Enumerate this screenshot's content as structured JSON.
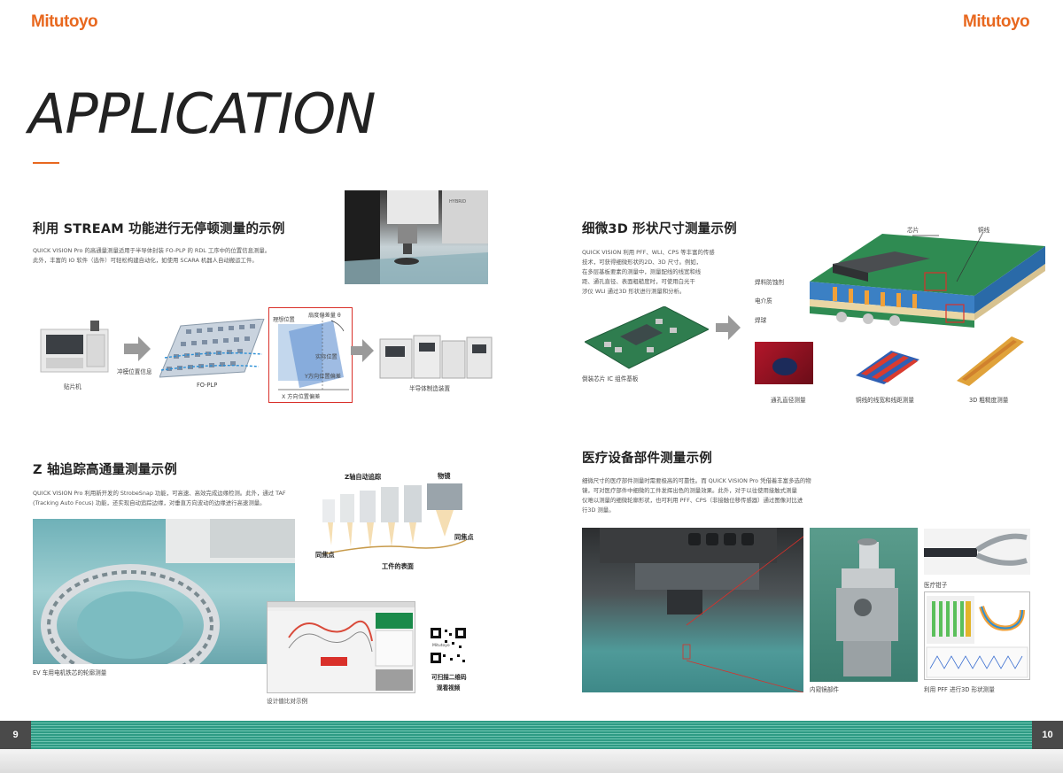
{
  "header": {
    "logo_left": "Mitutoyo",
    "logo_right": "Mitutoyo",
    "title": "APPLICATION"
  },
  "sec1": {
    "title": "利用 STREAM 功能进行无停顿测量的示例",
    "body_1": "QUICK VISION Pro 的高通量测量适用于半导体封装 FO-PLP 的 RDL 工序中的位置信息测量。",
    "body_2": "此外，丰富的 IO 软件（选件）可轻松构建自动化，如使用 SCARA 机器人自动搬运工件。",
    "cap_mounter": "贴片机",
    "cap_punch": "冲模位置信息",
    "cap_foplp": "FO-PLP",
    "cap_ideal": "理想位置",
    "cap_rot": "扇度偏差量 θ",
    "cap_actual": "实际位置",
    "cap_ydev": "Y方向位置偏差",
    "cap_xdev": "X 方向位置偏差",
    "cap_equip": "半导体制造装置"
  },
  "sec2": {
    "title": "细微3D 形状尺寸测量示例",
    "body_1": "QUICK VISION 利用 PFF、WLI、CPS 等丰富的传感",
    "body_2": "技术，可获得细微形状的2D、3D 尺寸。例如，",
    "body_3": "在多层基板要素的测量中，测量配线的线宽和线",
    "body_4": "距、通孔直径、表面粗糙度时，可使用白光干",
    "body_5": "涉仪 WLI 通过3D 形状进行测量和分析。",
    "cap_chip": "芯片",
    "cap_wire": "铜线",
    "cap_solder_resist": "焊料防蚀剂",
    "cap_dielectric": "电介质",
    "cap_bump": "焊球",
    "cap_board": "倒装芯片 IC 组件基板",
    "cap_via": "通孔直径测量",
    "cap_line": "铜线的线宽和线距测量",
    "cap_rough": "3D 粗糙度测量"
  },
  "sec3": {
    "title": "Z 轴追踪高通量测量示例",
    "body_1": "QUICK VISION Pro 利用新开发的 StrobeSnap 功能，可高速、高效完成边缘检测。此外，通过 TAF",
    "body_2": "(Tracking Auto Focus) 功能，还实现自动追踪边缘，对垂直方向波动的边缘进行高速测量。",
    "cap_zaxis": "Z轴自动追踪",
    "cap_lens": "物镜",
    "cap_focal1": "同焦点",
    "cap_focal2": "同焦点",
    "cap_surface": "工件的表面",
    "cap_ev": "EV 车用电机铁芯的轮廓测量",
    "cap_compare": "设计值比对示例",
    "cap_qr1": "可扫描二维码",
    "cap_qr2": "观看视频",
    "qr_label": "Mitutoyo"
  },
  "sec4": {
    "title": "医疗设备部件测量示例",
    "body_1": "细微尺寸的医疗部件测量时需要极高的可靠性。而 QUICK VISION Pro 凭借着丰富多选的物",
    "body_2": "镜，可对医疗部件中细微的工件发挥出色的测量效果。此外，对于以往使用接触式测量",
    "body_3": "仪难以测量的细微轮廓形状，也可利用 PFF、CPS（非接触位移传感器）通过图像对比进",
    "body_4": "行3D 测量。",
    "cap_forceps": "医疗钳子",
    "cap_endo": "内窥镜部件",
    "cap_pff": "利用 PFF 进行3D 形状测量"
  },
  "footer": {
    "page_left": "9",
    "page_right": "10"
  },
  "colors": {
    "brand": "#e8681f",
    "band": "#2e9b84",
    "highlight": "#d9302a"
  }
}
